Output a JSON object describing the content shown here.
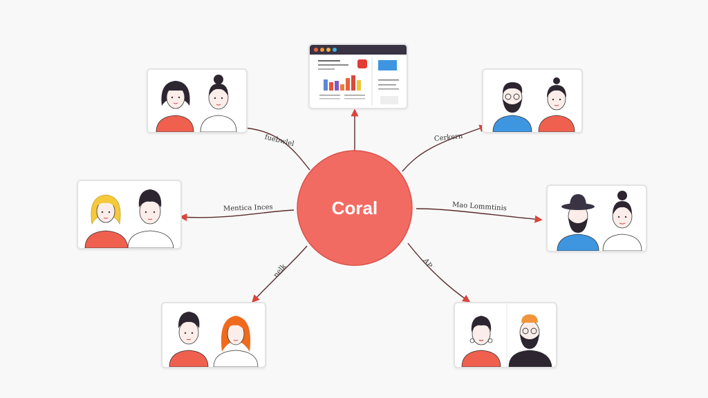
{
  "center": {
    "label": "Coral",
    "color": "#f26b63"
  },
  "colors": {
    "edge": "#5a2a2a",
    "arrow": "#d9443c",
    "coral_shirt": "#f0604f",
    "blue_shirt": "#3e95e0",
    "dark": "#2d2530",
    "blonde": "#f4c93a",
    "red_hair": "#f06a1e",
    "skin": "#fbeeea"
  },
  "edges": [
    {
      "id": "top-left",
      "label": "fuebwlel"
    },
    {
      "id": "top-right",
      "label": "Cerkern"
    },
    {
      "id": "mid-left",
      "label": "Mentica Inces"
    },
    {
      "id": "mid-right",
      "label": "Mao Lommtinis"
    },
    {
      "id": "bottom-left",
      "label": "nelk"
    },
    {
      "id": "bottom-right",
      "label": "AP"
    }
  ],
  "dashboard": {
    "window_dots": [
      "#e8623d",
      "#f0953b",
      "#f0b23b",
      "#3fb6e0"
    ],
    "bars": [
      {
        "h": 16,
        "color": "#5b88d6"
      },
      {
        "h": 12,
        "color": "#e8503f"
      },
      {
        "h": 14,
        "color": "#7a5ac8"
      },
      {
        "h": 9,
        "color": "#f07a3a"
      },
      {
        "h": 18,
        "color": "#e8603f"
      },
      {
        "h": 22,
        "color": "#d94a3a"
      },
      {
        "h": 15,
        "color": "#f2c43a"
      }
    ]
  },
  "groups": [
    {
      "id": "top-left",
      "people": [
        "woman-bob-coral",
        "woman-bun-white"
      ]
    },
    {
      "id": "top-right",
      "people": [
        "man-beard-glasses-blue",
        "woman-bun-coral"
      ]
    },
    {
      "id": "mid-left",
      "people": [
        "woman-blonde-coral",
        "man-curly-white"
      ]
    },
    {
      "id": "mid-right",
      "people": [
        "man-hat-beard-blue",
        "woman-bun-white"
      ]
    },
    {
      "id": "bottom-left",
      "people": [
        "man-dark-coral",
        "woman-redhair-white"
      ]
    },
    {
      "id": "bottom-right",
      "people": [
        "woman-bangs-coral",
        "man-beanie-beard-dark"
      ]
    }
  ]
}
